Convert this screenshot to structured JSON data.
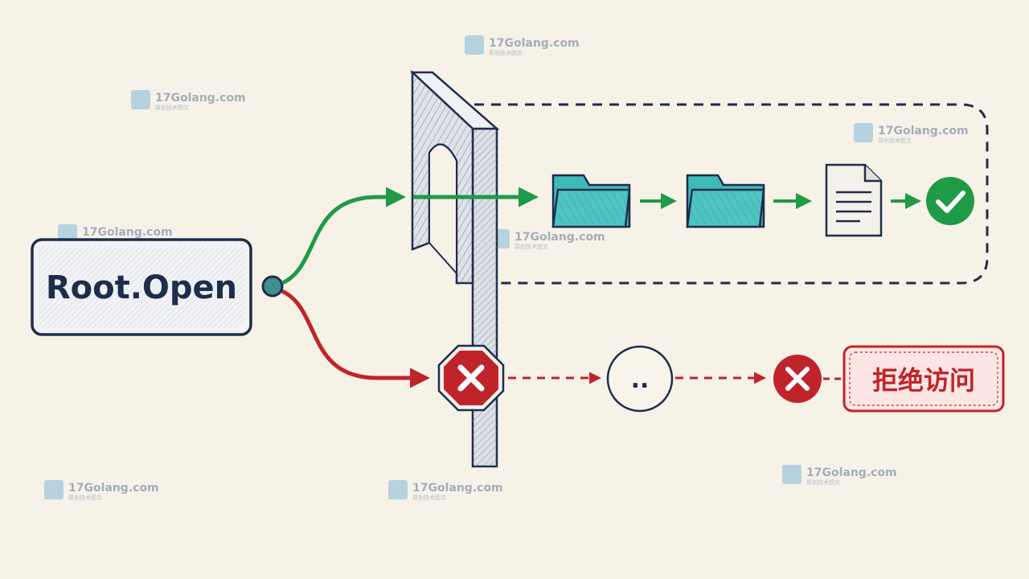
{
  "diagram": {
    "source_node": "Root.Open",
    "denied_label": "拒绝访问",
    "pending_dots": ".."
  },
  "watermark": {
    "text": "17Golang.com",
    "subtext": "原创技术图文",
    "icon": "tool-badge-icon",
    "copies": 8
  },
  "colors": {
    "background": "#f6f2e8",
    "navy": "#1e2d4a",
    "allow_green": "#1f9a46",
    "deny_red": "#c0242b",
    "folder_teal": "#3fb8b8",
    "wall_gray": "#d9dde3"
  }
}
